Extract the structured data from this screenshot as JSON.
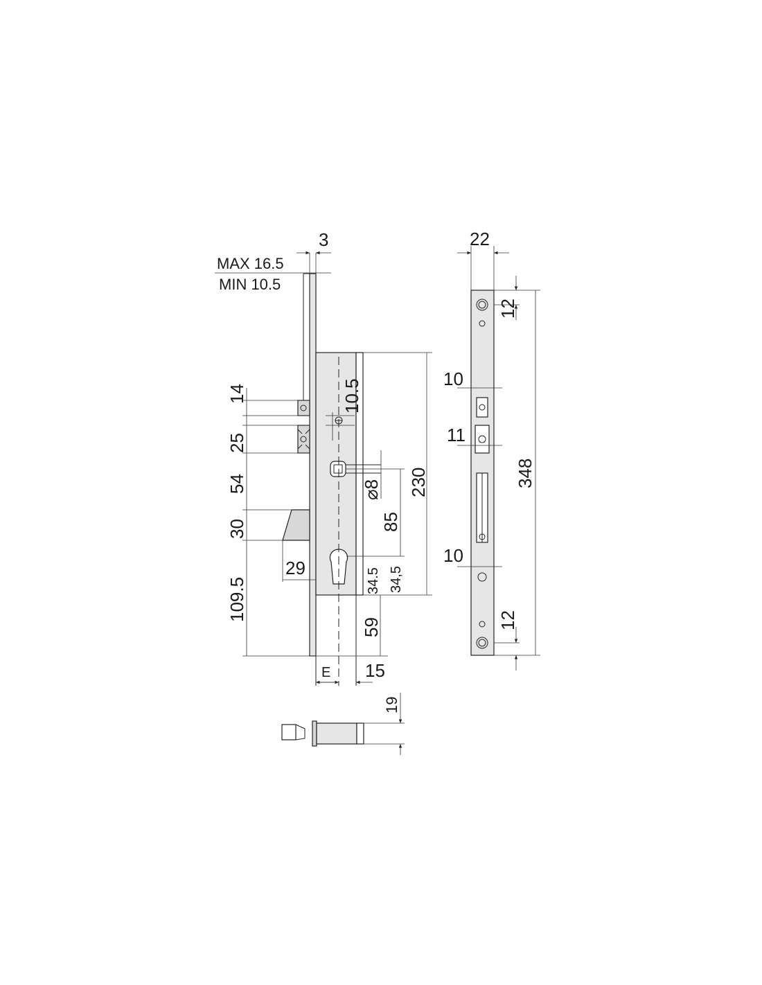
{
  "colors": {
    "part_fill": "#e6e6e6",
    "line": "#222222",
    "background": "#ffffff"
  },
  "front_view": {
    "plate_thickness": "3",
    "max_label": "MAX 16.5",
    "min_label": "MIN 10.5",
    "latch_height": "14",
    "latch_gap": "10.5",
    "bolt_height": "25",
    "offset_54": "54",
    "hook_height": "30",
    "hook_depth": "29",
    "bottom_offset": "109.5",
    "case_height": "230",
    "follower": "⌀8",
    "center_distance": "85",
    "cyl_offset_a": "34.5",
    "cyl_offset_b": "34,5",
    "lower_59": "59",
    "backset_label": "E",
    "width_15": "15"
  },
  "side_view": {
    "faceplate_width": "22",
    "top_margin": "12",
    "slot_10_top": "10",
    "slot_11": "11",
    "faceplate_length": "348",
    "slot_10_bottom": "10",
    "bottom_margin": "12"
  },
  "bottom_view": {
    "depth_19": "19"
  }
}
